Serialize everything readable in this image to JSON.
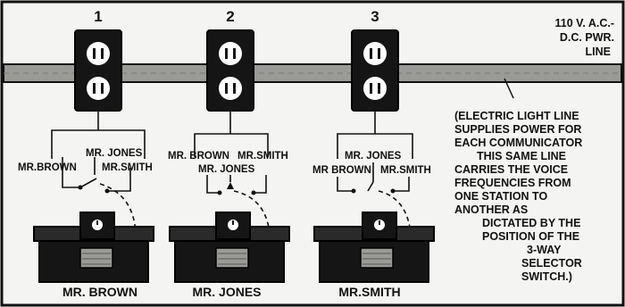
{
  "line_label": [
    "110 V. A.C.-",
    "D.C. PWR.",
    "LINE"
  ],
  "note": [
    "(ELECTRIC LIGHT LINE",
    "SUPPLIES POWER FOR",
    "EACH COMMUNICATOR",
    "THIS SAME LINE",
    "CARRIES THE VOICE",
    "FREQUENCIES FROM",
    "ONE STATION TO",
    "ANOTHER AS",
    "DICTATED BY THE",
    "POSITION OF THE",
    "3-WAY",
    "SELECTOR",
    "SWITCH.)"
  ],
  "stations": [
    {
      "number": "1",
      "name": "MR. BROWN",
      "wire_labels": {
        "top": "MR. JONES",
        "left": "MR.BROWN",
        "right": "MR.SMITH"
      }
    },
    {
      "number": "2",
      "name": "MR. JONES",
      "wire_labels": {
        "top_left": "MR. BROWN",
        "top_right": "MR.SMITH",
        "middle": "MR. JONES"
      }
    },
    {
      "number": "3",
      "name": "MR.SMITH",
      "wire_labels": {
        "top": "MR. JONES",
        "left": "MR BROWN",
        "right": "MR.SMITH"
      }
    }
  ],
  "colors": {
    "ink": "#111111",
    "paper": "#f4f4f2",
    "line_fill": "#9a9a96"
  }
}
